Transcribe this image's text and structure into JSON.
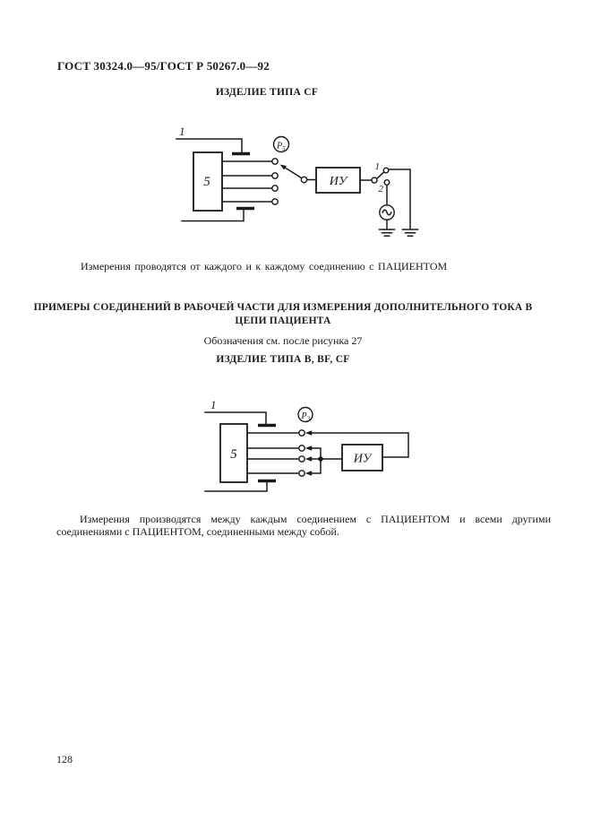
{
  "page": {
    "number": "128"
  },
  "header": {
    "standard_ref": "ГОСТ 30324.0—95/ГОСТ Р 50267.0—92"
  },
  "section_cf": {
    "title": "ИЗДЕЛИЕ ТИПА CF",
    "caption": "Измерения проводятся от каждого и к каждому соединению с ПАЦИЕНТОМ"
  },
  "diagram_cf": {
    "enclosure_lead_label": "1",
    "equipment_label": "5",
    "meter_label": "Р",
    "meter_subscript": "5",
    "device_label": "ИУ",
    "switch_position_1": "1",
    "switch_position_2": "2"
  },
  "section_examples": {
    "heading_line1": "ПРИМЕРЫ СОЕДИНЕНИЙ В РАБОЧЕЙ ЧАСТИ ДЛЯ ИЗМЕРЕНИЯ ДОПОЛНИТЕЛЬНОГО ТОКА В",
    "heading_line2": "ЦЕПИ ПАЦИЕНТА",
    "note": "Обозначения см. после рисунка 27",
    "subtitle": "ИЗДЕЛИЕ ТИПА B, BF, CF",
    "caption": "Измерения производятся между каждым соединением с ПАЦИЕНТОМ и всеми другими соединениями с ПАЦИЕНТОМ, соединенными между собой."
  },
  "diagram_b_bf_cf": {
    "enclosure_lead_label": "1",
    "equipment_label": "5",
    "meter_label": "Р",
    "meter_subscript": "3",
    "device_label": "ИУ"
  }
}
